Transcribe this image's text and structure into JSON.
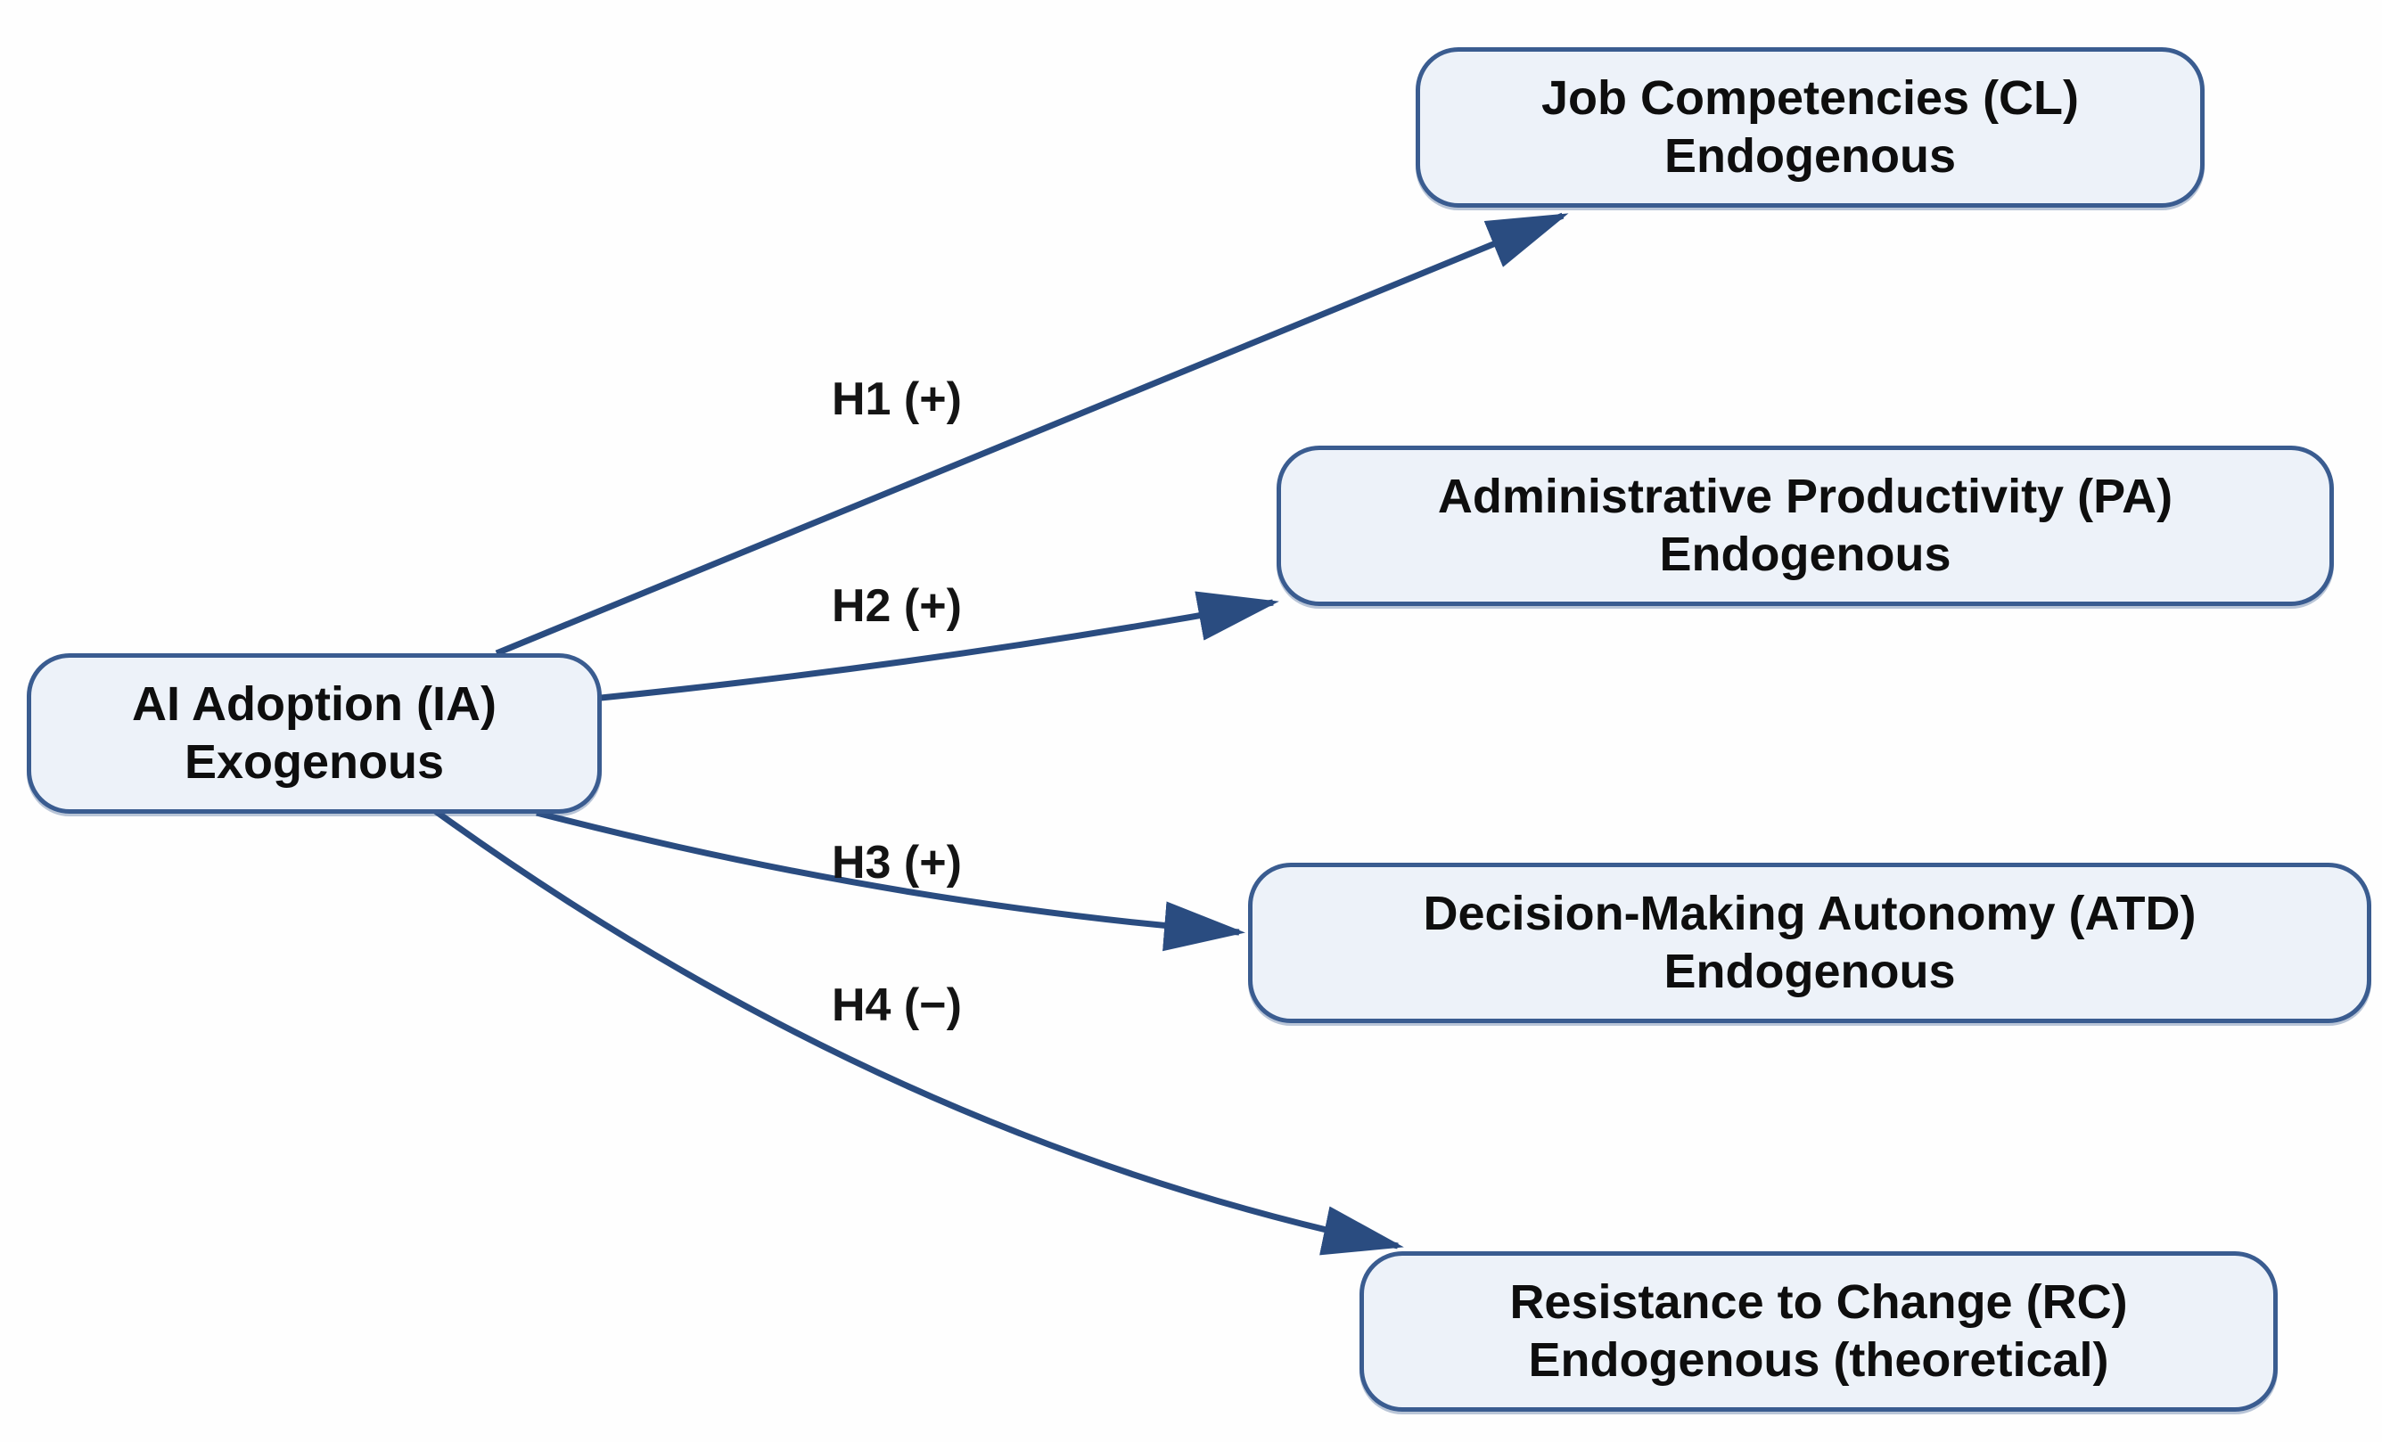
{
  "diagram": {
    "type": "path-model",
    "background_color": "#ffffff",
    "arrow_color": "#2a4c80",
    "box_border_color": "#3a5c90",
    "box_fill_color": "#edf2f9",
    "text_color": "#111111",
    "nodes": [
      {
        "id": "IA",
        "line1": "AI Adoption (IA)",
        "line2": "Exogenous",
        "role": "exogenous"
      },
      {
        "id": "CL",
        "line1": "Job Competencies (CL)",
        "line2": "Endogenous",
        "role": "endogenous"
      },
      {
        "id": "PA",
        "line1": "Administrative Productivity (PA)",
        "line2": "Endogenous",
        "role": "endogenous"
      },
      {
        "id": "ATD",
        "line1": "Decision-Making Autonomy (ATD)",
        "line2": "Endogenous",
        "role": "endogenous"
      },
      {
        "id": "RC",
        "line1": "Resistance to Change (RC)",
        "line2": "Endogenous (theoretical)",
        "role": "endogenous"
      }
    ],
    "edges": [
      {
        "label": "H1 (+)",
        "from": "IA",
        "to": "CL",
        "sign": "+"
      },
      {
        "label": "H2 (+)",
        "from": "IA",
        "to": "PA",
        "sign": "+"
      },
      {
        "label": "H3 (+)",
        "from": "IA",
        "to": "ATD",
        "sign": "+"
      },
      {
        "label": "H4 (−)",
        "from": "IA",
        "to": "RC",
        "sign": "−"
      }
    ]
  }
}
